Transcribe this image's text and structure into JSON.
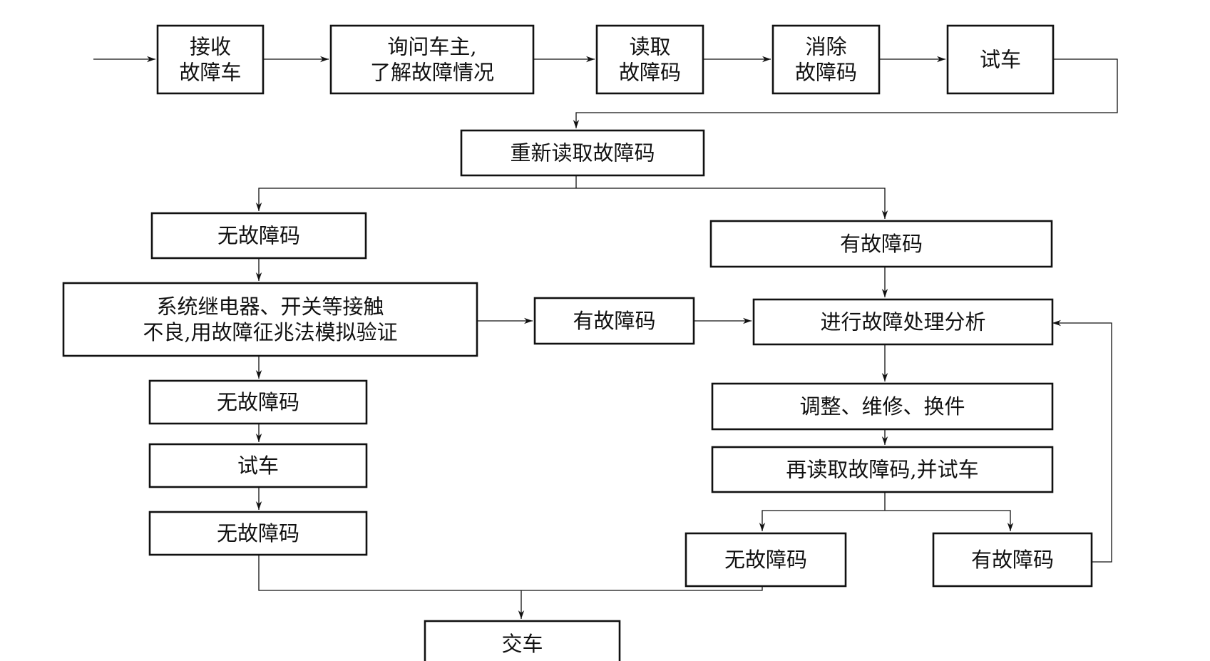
{
  "nodes": {
    "receive": [
      "接收",
      "故障车"
    ],
    "inquire": [
      "询问车主,",
      "了解故障情况"
    ],
    "read": [
      "读取",
      "故障码"
    ],
    "clear": [
      "消除",
      "故障码"
    ],
    "test1": [
      "试车"
    ],
    "reread": [
      "重新读取故障码"
    ],
    "nocode1": [
      "无故障码"
    ],
    "hascode1": [
      "有故障码"
    ],
    "simulate": [
      "系统继电器、开关等接触",
      "不良,用故障征兆法模拟验证"
    ],
    "hascode2": [
      "有故障码"
    ],
    "analyze": [
      "进行故障处理分析"
    ],
    "nocode2": [
      "无故障码"
    ],
    "repair": [
      "调整、维修、换件"
    ],
    "test2": [
      "试车"
    ],
    "reread2": [
      "再读取故障码,并试车"
    ],
    "nocode3": [
      "无故障码"
    ],
    "nocode4": [
      "无故障码"
    ],
    "hascode3": [
      "有故障码"
    ],
    "deliver": [
      "交车"
    ]
  }
}
